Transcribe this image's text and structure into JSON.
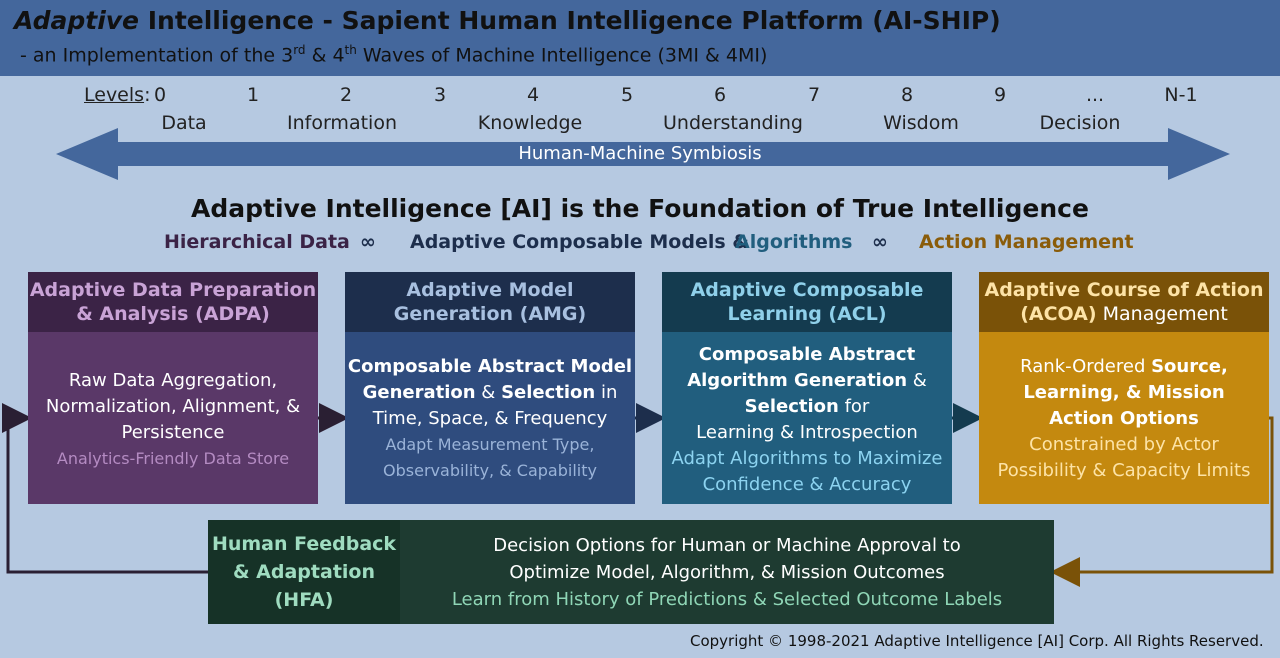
{
  "header": {
    "title_italic": "Adaptive",
    "title_rest": " Intelligence - Sapient Human Intelligence Platform (AI-SHIP)",
    "subtitle_a": " - an Implementation of the 3",
    "subtitle_sup1": "rd",
    "subtitle_b": " & 4",
    "subtitle_sup2": "th",
    "subtitle_c": " Waves of Machine Intelligence (3MI & 4MI)"
  },
  "levels": {
    "label": "Levels",
    "colon": ":",
    "items": [
      "0",
      "1",
      "2",
      "3",
      "4",
      "5",
      "6",
      "7",
      "8",
      "9",
      "...",
      "N-1"
    ]
  },
  "stages": [
    "Data",
    "Information",
    "Knowledge",
    "Understanding",
    "Wisdom",
    "Decision"
  ],
  "arrow_label": "Human-Machine Symbiosis",
  "foundation": "Adaptive Intelligence [AI]  is the Foundation of True Intelligence",
  "pillars": {
    "p1": "Hierarchical Data",
    "sep": "∞",
    "p2a": "Adaptive Composable Models & ",
    "p2b": "Algorithms",
    "p3": "Action Management",
    "colors": {
      "p1": "#3b2346",
      "p2a": "#1d2e4c",
      "p2b": "#215e7e",
      "p3": "#8a5c0a"
    }
  },
  "boxes": {
    "adpa": {
      "head1": "Adaptive Data Preparation",
      "head2": "& Analysis (ADPA)",
      "line1": "Raw Data Aggregation,",
      "line2": "Normalization, Alignment, &",
      "line3": "Persistence",
      "sub": "Analytics-Friendly Data Store"
    },
    "amg": {
      "head1": "Adaptive Model",
      "head2": "Generation (AMG)",
      "line1": "Composable Abstract Model",
      "line2a": "Generation",
      "line2b": " & ",
      "line2c": "Selection",
      "line2d": " in",
      "line3": "Time, Space, & Frequency",
      "sub1": "Adapt Measurement Type,",
      "sub2": "Observability, & Capability"
    },
    "acl": {
      "head1": "Adaptive Composable",
      "head2": "Learning (ACL)",
      "line1": "Composable Abstract",
      "line2a": "Algorithm Generation",
      "line2b": " &",
      "line3a": "Selection",
      "line3b": " for",
      "line4": "Learning & Introspection",
      "sub1": "Adapt Algorithms to Maximize",
      "sub2": "Confidence & Accuracy"
    },
    "acoa": {
      "head1": "Adaptive Course of Action",
      "head2a": "(ACOA)",
      "head2b": " Management",
      "line1a": "Rank-Ordered ",
      "line1b": "Source,",
      "line2": "Learning, & Mission",
      "line3": "Action Options",
      "sub1": "Constrained by Actor",
      "sub2": "Possibility & Capacity Limits"
    }
  },
  "feedback": {
    "head1": "Human Feedback",
    "head2": "& Adaptation",
    "head3": "(HFA)",
    "line1": "Decision Options for Human or Machine Approval to",
    "line2": "Optimize Model, Algorithm, & Mission Outcomes",
    "sub": "Learn from History of Predictions & Selected Outcome Labels"
  },
  "copyright": "Copyright © 1998-2021 Adaptive Intelligence [AI] Corp.  All Rights Reserved.",
  "colors": {
    "header_bg": "#44679c",
    "background": "#b6c9e1",
    "arrow": "#44679c"
  }
}
